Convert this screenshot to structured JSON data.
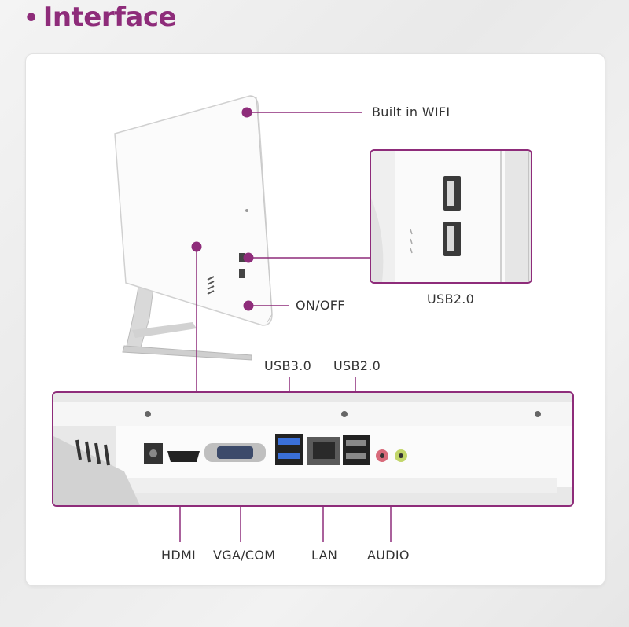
{
  "page": {
    "title": "Interface"
  },
  "labels": {
    "wifi": "Built in WIFI",
    "usb2_side": "USB2.0",
    "onoff": "ON/OFF",
    "usb3": "USB3.0",
    "usb2_back": "USB2.0",
    "hdmi": "HDMI",
    "vga_com": "VGA/COM",
    "lan": "LAN",
    "audio": "AUDIO"
  },
  "colors": {
    "accent": "#8e2c7a",
    "text": "#333333",
    "card": "#ffffff"
  }
}
